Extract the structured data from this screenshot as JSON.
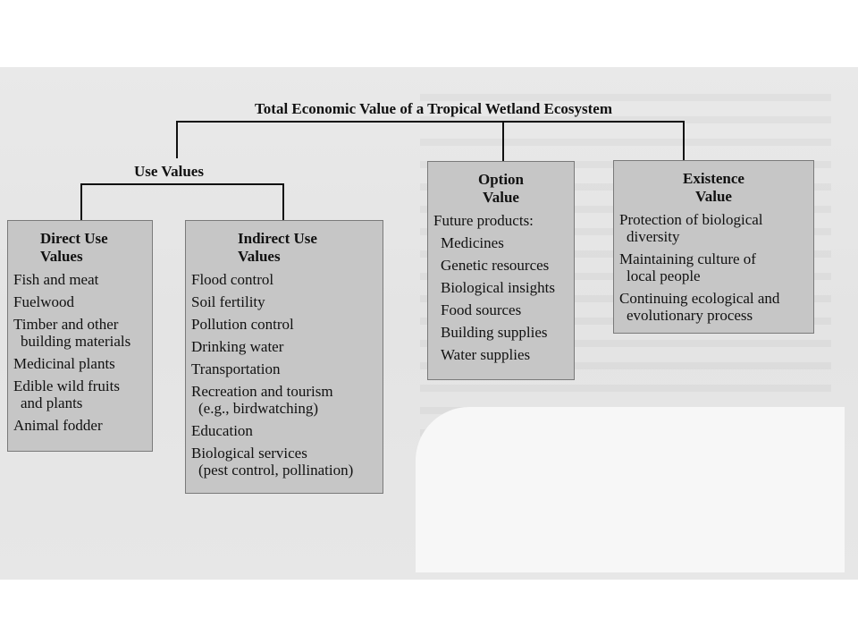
{
  "diagram": {
    "title": "Total Economic Value of a Tropical Wetland Ecosystem",
    "use_values_label": "Use Values",
    "boxes": {
      "direct": {
        "title_line1": "Direct Use",
        "title_line2": "Values",
        "items": [
          "Fish and meat",
          "Fuelwood",
          "Timber and other",
          "building materials",
          "Medicinal plants",
          "Edible wild fruits",
          "and plants",
          "Animal fodder"
        ]
      },
      "indirect": {
        "title_line1": "Indirect Use",
        "title_line2": "Values",
        "items": [
          "Flood control",
          "Soil fertility",
          "Pollution control",
          "Drinking water",
          "Transportation",
          "Recreation and tourism",
          "(e.g., birdwatching)",
          "Education",
          "Biological services",
          "(pest control, pollination)"
        ]
      },
      "option": {
        "title_line1": "Option",
        "title_line2": "Value",
        "heading": "Future products:",
        "items": [
          "Medicines",
          "Genetic resources",
          "Biological insights",
          "Food sources",
          "Building supplies",
          "Water supplies"
        ]
      },
      "existence": {
        "title_line1": "Existence",
        "title_line2": "Value",
        "items": [
          "Protection of biological",
          "diversity",
          "Maintaining culture of",
          "local people",
          "Continuing ecological and",
          "evolutionary process"
        ]
      }
    }
  }
}
